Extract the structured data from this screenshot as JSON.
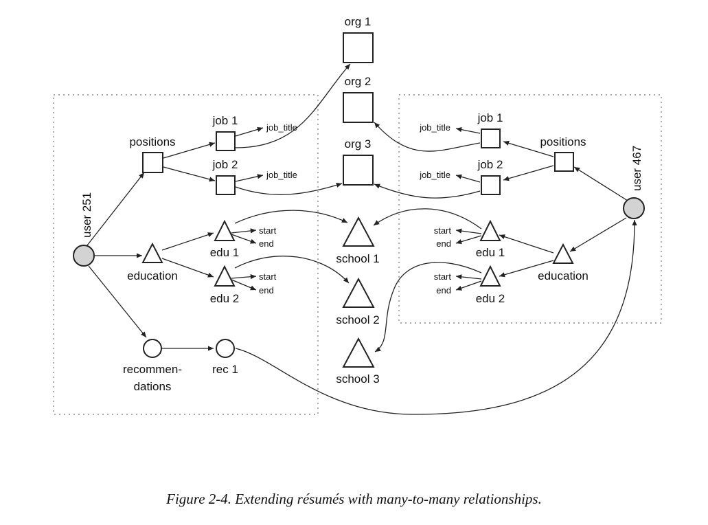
{
  "colors": {
    "line": "#222222",
    "user_fill": "#d3d3d3",
    "cluster_border": "#8a8a8a"
  },
  "nodes": {
    "user251": {
      "label": "user 251",
      "shape": "circle"
    },
    "user467": {
      "label": "user 467",
      "shape": "circle"
    },
    "org1": {
      "label": "org 1",
      "shape": "square"
    },
    "org2": {
      "label": "org 2",
      "shape": "square"
    },
    "org3": {
      "label": "org 3",
      "shape": "square"
    },
    "school1": {
      "label": "school 1",
      "shape": "triangle"
    },
    "school2": {
      "label": "school 2",
      "shape": "triangle"
    },
    "school3": {
      "label": "school 3",
      "shape": "triangle"
    },
    "left": {
      "positions": {
        "label": "positions",
        "shape": "square"
      },
      "job1": {
        "label": "job 1",
        "shape": "square",
        "attribute": "job_title"
      },
      "job2": {
        "label": "job 2",
        "shape": "square",
        "attribute": "job_title"
      },
      "education": {
        "label": "education",
        "shape": "triangle"
      },
      "edu1": {
        "label": "edu 1",
        "shape": "triangle",
        "attributes": [
          "start",
          "end"
        ]
      },
      "edu2": {
        "label": "edu 2",
        "shape": "triangle",
        "attributes": [
          "start",
          "end"
        ]
      },
      "recommendations": {
        "label_line1": "recommen-",
        "label_line2": "dations",
        "shape": "circle"
      },
      "rec1": {
        "label": "rec 1",
        "shape": "circle"
      }
    },
    "right": {
      "positions": {
        "label": "positions",
        "shape": "square"
      },
      "job1": {
        "label": "job 1",
        "shape": "square",
        "attribute": "job_title"
      },
      "job2": {
        "label": "job 2",
        "shape": "square",
        "attribute": "job_title"
      },
      "education": {
        "label": "education",
        "shape": "triangle"
      },
      "edu1": {
        "label": "edu 1",
        "shape": "triangle",
        "attributes": [
          "start",
          "end"
        ]
      },
      "edu2": {
        "label": "edu 2",
        "shape": "triangle",
        "attributes": [
          "start",
          "end"
        ]
      }
    }
  },
  "edges": [
    {
      "from": "user 251",
      "to": "positions"
    },
    {
      "from": "user 251",
      "to": "education"
    },
    {
      "from": "user 251",
      "to": "recommendations"
    },
    {
      "from": "positions",
      "to": "job 1"
    },
    {
      "from": "positions",
      "to": "job 2"
    },
    {
      "from": "job 1",
      "to": "org 1"
    },
    {
      "from": "job 2",
      "to": "org 3"
    },
    {
      "from": "education",
      "to": "edu 1"
    },
    {
      "from": "education",
      "to": "edu 2"
    },
    {
      "from": "edu 1",
      "to": "school 1"
    },
    {
      "from": "edu 2",
      "to": "school 2"
    },
    {
      "from": "recommendations",
      "to": "rec 1"
    },
    {
      "from": "rec 1",
      "to": "user 467"
    },
    {
      "from": "user 467",
      "to": "positions"
    },
    {
      "from": "user 467",
      "to": "education"
    },
    {
      "from": "positions",
      "to": "job 1"
    },
    {
      "from": "positions",
      "to": "job 2"
    },
    {
      "from": "job 1",
      "to": "org 2"
    },
    {
      "from": "job 2",
      "to": "org 3"
    },
    {
      "from": "education",
      "to": "edu 1"
    },
    {
      "from": "education",
      "to": "edu 2"
    },
    {
      "from": "edu 1",
      "to": "school 1"
    },
    {
      "from": "edu 2",
      "to": "school 3"
    }
  ],
  "caption": "Figure 2-4. Extending résumés with many-to-many relationships."
}
